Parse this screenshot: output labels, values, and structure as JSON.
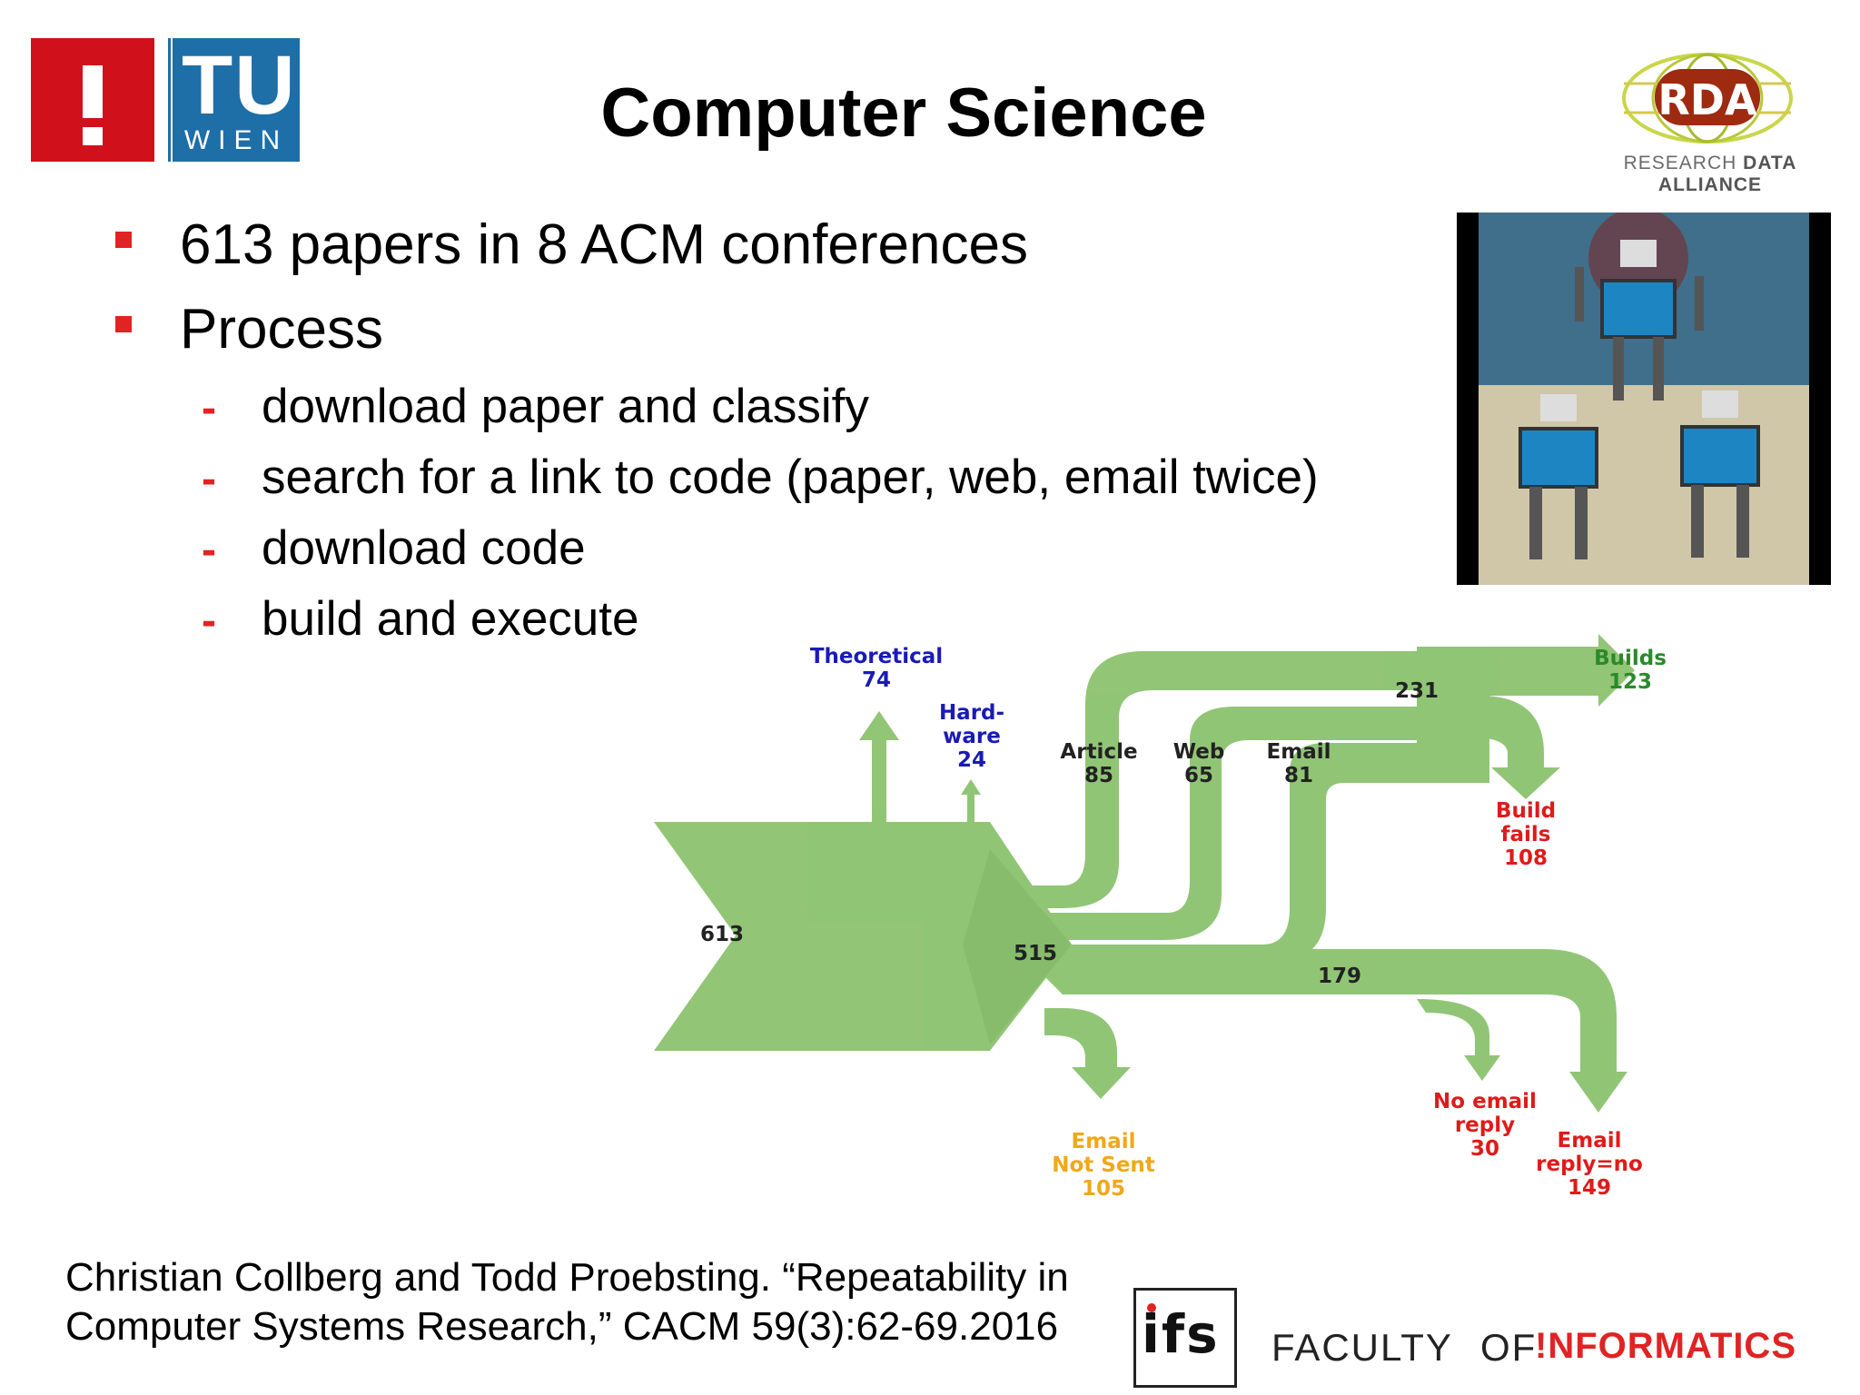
{
  "header": {
    "title": "Computer Science",
    "tu_logo_main": "TU",
    "tu_logo_sub": "WIEN",
    "rda_logo_text": "RDA",
    "rda_caption_a": "RESEARCH",
    "rda_caption_b": "DATA ALLIANCE"
  },
  "bullets": {
    "level1_a": "613 papers in 8 ACM conferences",
    "level1_b": "Process",
    "dash": "-",
    "level2": [
      "download paper and classify",
      "search for a link to code (paper, web, email twice)",
      "download code",
      "build and execute"
    ]
  },
  "sankey": {
    "total": "613",
    "theoretical_label": "Theoretical",
    "theoretical_value": "74",
    "hardware_label_a": "Hard-",
    "hardware_label_b": "ware",
    "hardware_value": "24",
    "after_filter": "515",
    "article_label": "Article",
    "article_value": "85",
    "web_label": "Web",
    "web_value": "65",
    "email_label": "Email",
    "email_value": "81",
    "found_total": "231",
    "builds_label": "Builds",
    "builds_value": "123",
    "build_fails_label_a": "Build",
    "build_fails_label_b": "fails",
    "build_fails_value": "108",
    "not_found": "179",
    "email_not_sent_label_a": "Email",
    "email_not_sent_label_b": "Not Sent",
    "email_not_sent_value": "105",
    "no_reply_label_a": "No email",
    "no_reply_label_b": "reply",
    "no_reply_value": "30",
    "reply_no_label_a": "Email",
    "reply_no_label_b": "reply=no",
    "reply_no_value": "149",
    "flow_color": "#8cc26f",
    "flow_color_dark": "#7fb565"
  },
  "footer": {
    "citation_line1": "Christian Collberg and Todd Proebsting. “Repeatability in",
    "citation_line2": "Computer Systems Research,” CACM 59(3):62-69.2016",
    "ifs_logo": "ifs",
    "faculty": "FACULTY",
    "of": "OF",
    "informatics": "!NFORMATICS"
  },
  "colors": {
    "accent_red": "#e02323",
    "tu_blue": "#1e6ea8",
    "tu_red": "#d0111b"
  }
}
